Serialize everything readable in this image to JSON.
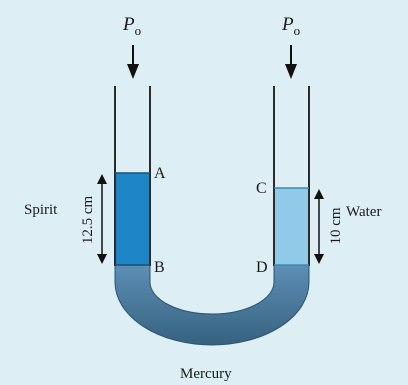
{
  "pressure_left": {
    "symbol": "P",
    "subscript": "o"
  },
  "pressure_right": {
    "symbol": "P",
    "subscript": "o"
  },
  "points": {
    "a": "A",
    "b": "B",
    "c": "C",
    "d": "D"
  },
  "labels": {
    "spirit": "Spirit",
    "water": "Water",
    "mercury": "Mercury",
    "spirit_height": "12.5 cm",
    "water_height": "10 cm"
  },
  "colors": {
    "background": "#ddeef4",
    "spirit": "#1e86c6",
    "water": "#8fcbe8",
    "mercury_top": "#5d8fb5",
    "mercury_bottom": "#36627f",
    "tube_wall": "#2b2b2b"
  }
}
